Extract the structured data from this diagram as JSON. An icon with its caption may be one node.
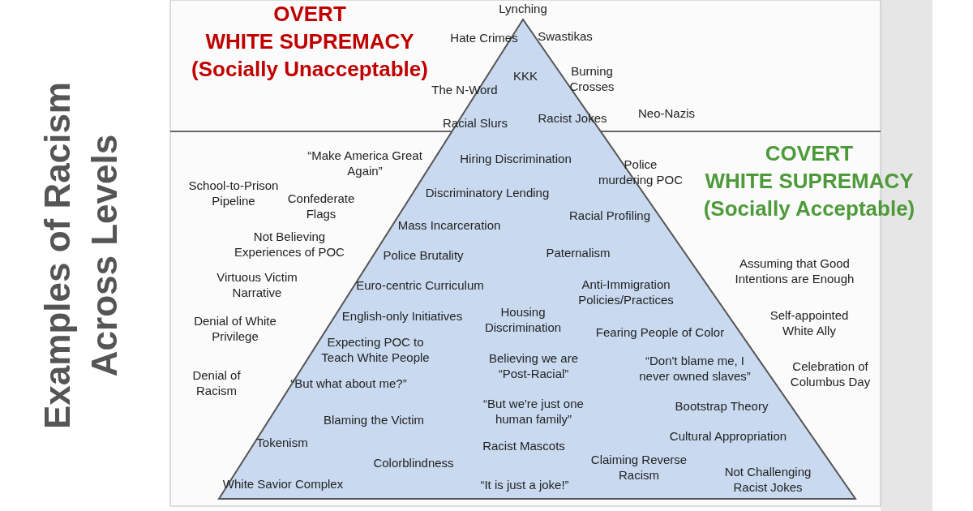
{
  "diagram": {
    "title": "Examples of Racism Across Levels",
    "labels": [
      "Lynching",
      "OVERT WHITE SUPREMACY (Socially Unacceptable)",
      "Hate Crimes",
      "Swastikas",
      "KKK",
      "Burning Crosses",
      "The N-Word",
      "Neo-Nazis",
      "Racial Slurs",
      "Racist Jokes",
      "“Make America Great Again”",
      "Hiring Discrimination",
      "Police murdering POC",
      "COVERT WHITE SUPREMACY (Socially Acceptable)",
      "School-to-Prison Pipeline",
      "Confederate Flags",
      "Discriminatory Lending",
      "Racial Profiling",
      "Mass Incarceration",
      "Not Believing Experiences of POC",
      "Police Brutality",
      "Paternalism",
      "Assuming that Good Intentions are Enough",
      "Virtuous Victim Narrative",
      "Euro-centric Curriculum",
      "Anti-Immigration Policies/Practices",
      "Denial of White Privilege",
      "English-only Initiatives",
      "Housing Discrimination",
      "Fearing People of Color",
      "Self-appointed White Ally",
      "Denial of Racism",
      "“But what about me?”",
      "Expecting POC to Teach White People",
      "Believing we are “Post-Racial”",
      "“Don't blame me, I never owned slaves”",
      "Celebration of Columbus Day",
      "“But we're just one human family”",
      "Bootstrap Theory",
      "Blaming the Victim",
      "Tokenism",
      "Cultural Appropriation",
      "Racist Mascots",
      "Claiming Reverse Racism",
      "Colorblindness",
      "Not Challenging Racist Jokes",
      "White Savior Complex",
      "“It is just a joke!”"
    ]
  }
}
